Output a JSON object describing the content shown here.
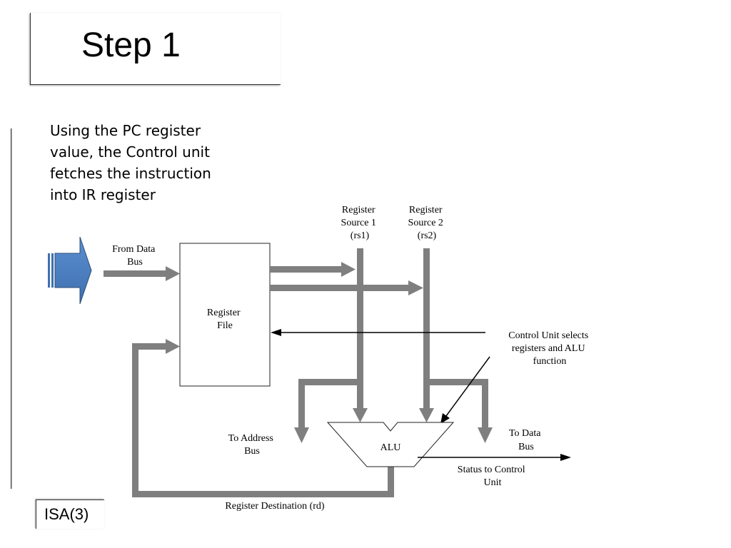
{
  "slide": {
    "title": "Step 1",
    "body_lines": [
      "Using the PC register",
      "value, the Control unit",
      "fetches the instruction",
      "into IR register"
    ],
    "footer": "ISA(3)"
  },
  "diagram": {
    "from_data_bus": [
      "From Data",
      "Bus"
    ],
    "register_file": [
      "Register",
      "File"
    ],
    "register_source_1": [
      "Register",
      "Source 1",
      "(rs1)"
    ],
    "register_source_2": [
      "Register",
      "Source 2",
      "(rs2)"
    ],
    "control_unit": [
      "Control Unit selects",
      "registers and ALU",
      "function"
    ],
    "to_address_bus": [
      "To Address",
      "Bus"
    ],
    "alu": "ALU",
    "to_data_bus": [
      "To Data",
      "Bus"
    ],
    "status_to_control": [
      "Status to Control",
      "Unit"
    ],
    "register_destination": "Register Destination (rd)"
  },
  "colors": {
    "bus_gray": "#7f7f7f",
    "arrow_blue": "#4f81bd",
    "arrow_blue_dark": "#2c4d75"
  }
}
